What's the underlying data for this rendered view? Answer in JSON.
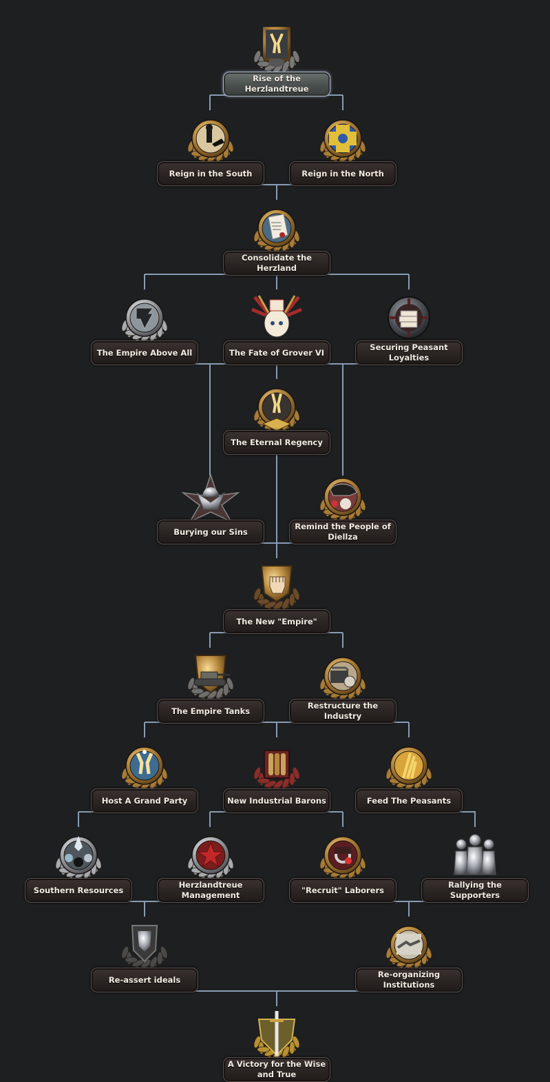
{
  "connector_color": "#8a9cb3",
  "root_label_color": "#5c6361",
  "focus_label_color": "#2b2422",
  "foci": [
    {
      "id": "rise",
      "label": "Rise of the Herzlandtreue",
      "icon": "champagne-glasses-icon",
      "root": true
    },
    {
      "id": "reign_south",
      "label": "Reign in the South",
      "icon": "chess-pieces-icon"
    },
    {
      "id": "reign_north",
      "label": "Reign in the North",
      "icon": "blue-flag-emblem-icon"
    },
    {
      "id": "consolidate",
      "label": "Consolidate the Herzland",
      "icon": "sealed-document-icon"
    },
    {
      "id": "empire_above",
      "label": "The Empire Above All",
      "icon": "empire-emblem-icon"
    },
    {
      "id": "fate_grover",
      "label": "The Fate of Grover VI",
      "icon": "pony-portrait-icon"
    },
    {
      "id": "peasant_loyalties",
      "label": "Securing Peasant Loyalties",
      "icon": "paper-stack-icon"
    },
    {
      "id": "eternal_regency",
      "label": "The Eternal Regency",
      "icon": "champagne-eagle-icon"
    },
    {
      "id": "burying_sins",
      "label": "Burying our Sins",
      "icon": "silver-eagle-icon"
    },
    {
      "id": "remind_diellza",
      "label": "Remind the People of Diellza",
      "icon": "helmet-skull-icon"
    },
    {
      "id": "new_empire",
      "label": "The New \"Empire\"",
      "icon": "raised-fist-icon"
    },
    {
      "id": "empire_tanks",
      "label": "The Empire Tanks",
      "icon": "tank-icon"
    },
    {
      "id": "restructure",
      "label": "Restructure the Industry",
      "icon": "machinery-icon"
    },
    {
      "id": "grand_party",
      "label": "Host A Grand Party",
      "icon": "champagne-toast-icon"
    },
    {
      "id": "industrial_barons",
      "label": "New Industrial Barons",
      "icon": "artillery-shells-icon"
    },
    {
      "id": "feed_peasants",
      "label": "Feed The Peasants",
      "icon": "wheat-icon"
    },
    {
      "id": "southern_resources",
      "label": "Southern Resources",
      "icon": "crystals-icon"
    },
    {
      "id": "herz_management",
      "label": "Herzlandtreue Management",
      "icon": "red-star-icon"
    },
    {
      "id": "recruit_laborers",
      "label": "\"Recruit\" Laborers",
      "icon": "shackles-icon"
    },
    {
      "id": "rallying_supporters",
      "label": "Rallying the Supporters",
      "icon": "crowd-icon"
    },
    {
      "id": "reassert_ideals",
      "label": "Re-assert ideals",
      "icon": "iron-shield-icon"
    },
    {
      "id": "reorganizing",
      "label": "Re-organizing Institutions",
      "icon": "handshake-icon"
    },
    {
      "id": "victory",
      "label": "A Victory for the Wise and True",
      "icon": "sword-shield-icon"
    }
  ]
}
